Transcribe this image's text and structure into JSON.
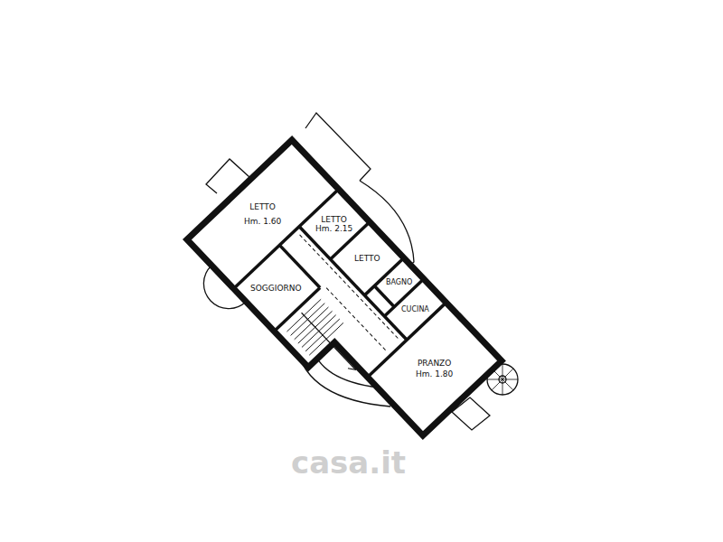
{
  "diagram": {
    "nodes": [
      {
        "text": [
          "LETTO",
          "Hm. 1.60"
        ]
      },
      {
        "text": [
          "LETTO",
          "Hm. 2.15"
        ]
      },
      {
        "text": [
          "LETTO"
        ]
      },
      {
        "text": [
          "SOGGIORNO"
        ]
      },
      {
        "text": [
          "BAGNO"
        ]
      },
      {
        "text": [
          "CUCINA"
        ]
      },
      {
        "text": [
          "PRANZO",
          "Hm. 1.80"
        ]
      }
    ],
    "labels": [
      "casa.it"
    ]
  }
}
